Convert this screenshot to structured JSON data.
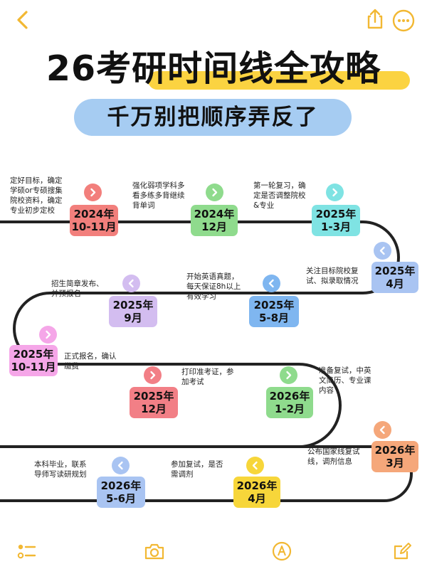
{
  "header": {
    "back_icon": "chevron-left-icon",
    "share_icon": "share-icon",
    "more_icon": "more-dots-icon",
    "accent": "#f2b833"
  },
  "title": "26考研时间线全攻略",
  "subtitle": "千万别把顺序弄反了",
  "steps": [
    {
      "date1": "2024年",
      "date2": "10-11月",
      "color": "#f27f7c",
      "desc": "定好目标，确定\n学硕or专硕搜集\n院校资料，确定\n专业初步定校"
    },
    {
      "date1": "2024年",
      "date2": "12月",
      "color": "#8fdb8d",
      "desc": "强化弱项学科多\n看多练多背继续\n背单词"
    },
    {
      "date1": "2025年",
      "date2": "1-3月",
      "color": "#7fe3e3",
      "desc": "第一轮复习，确\n定是否调整院校\n&专业"
    },
    {
      "date1": "2025年",
      "date2": "4月",
      "color": "#a9c4f2",
      "desc": "关注目标院校复\n试、拟录取情况"
    },
    {
      "date1": "2025年",
      "date2": "5-8月",
      "color": "#7fb6f0",
      "desc": "开始英语真题，\n每天保证8h以上\n有效学习"
    },
    {
      "date1": "2025年",
      "date2": "9月",
      "color": "#d3bdf0",
      "desc": "招生简章发布、\n并预报名"
    },
    {
      "date1": "2025年",
      "date2": "10-11月",
      "color": "#f5a6e8",
      "desc": "正式报名，确认\n缴费"
    },
    {
      "date1": "2025年",
      "date2": "12月",
      "color": "#f27f86",
      "desc": "打印准考证，参\n加考试"
    },
    {
      "date1": "2026年",
      "date2": "1-2月",
      "color": "#8fdb8d",
      "desc": "准备复试，中英\n文简历、专业课\n内容"
    },
    {
      "date1": "2026年",
      "date2": "3月",
      "color": "#f5a77a",
      "desc": "公布国家线复试\n线，调剂信息"
    },
    {
      "date1": "2026年",
      "date2": "4月",
      "color": "#f7d63a",
      "desc": "参加复试，是否\n需调剂"
    },
    {
      "date1": "2026年",
      "date2": "5-6月",
      "color": "#a9c4f2",
      "desc": "本科毕业，联系\n导师写读研规划"
    }
  ],
  "bottom_icons": [
    "list-icon",
    "camera-icon",
    "pen-icon",
    "edit-icon"
  ]
}
